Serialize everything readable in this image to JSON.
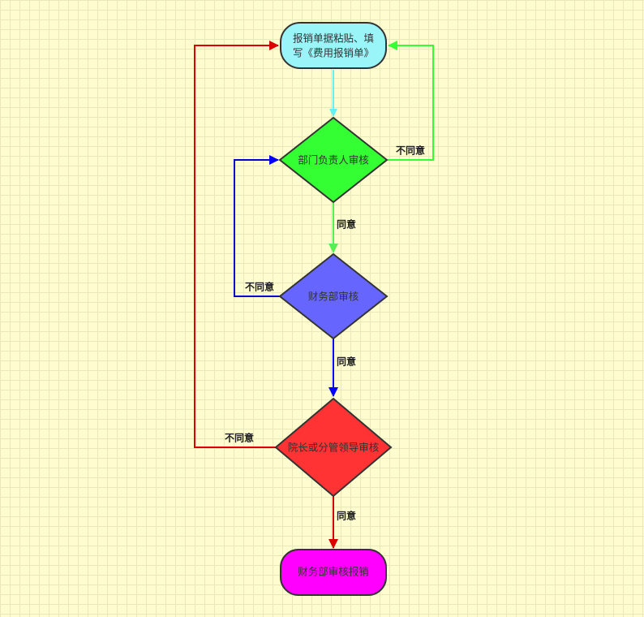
{
  "nodes": {
    "start": {
      "line1": "报销单据粘贴、填",
      "line2": "写《费用报销单》",
      "fill": "#99f5f8",
      "text_color": "#333333"
    },
    "dept_review": {
      "label": "部门负责人审核",
      "fill": "#33ff33",
      "text_color": "#333333"
    },
    "finance_review": {
      "label": "财务部审核",
      "fill": "#6666ff",
      "text_color": "#333333"
    },
    "president_review": {
      "label": "院长或分管领导审核",
      "fill": "#ff3333",
      "text_color": "#333333"
    },
    "end": {
      "label": "财务部审核报销",
      "fill": "#ff00ff",
      "text_color": "#333333"
    }
  },
  "edges": {
    "dept_reject": {
      "label": "不同意",
      "color": "#33ff33"
    },
    "dept_approve": {
      "label": "同意",
      "color": "#55ee55"
    },
    "finance_reject": {
      "label": "不同意",
      "color": "#0000cc"
    },
    "finance_approve": {
      "label": "同意",
      "color": "#0000ff"
    },
    "president_reject": {
      "label": "不同意",
      "color": "#dd0000"
    },
    "president_approve": {
      "label": "同意",
      "color": "#dd0000"
    },
    "start_to_dept": {
      "color": "#66f0f0"
    }
  }
}
